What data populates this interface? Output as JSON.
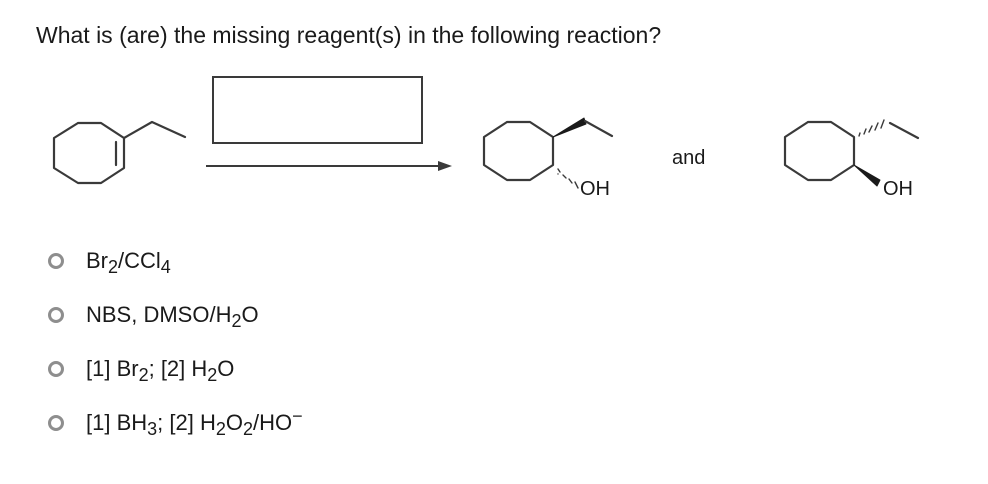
{
  "question": {
    "text": "What is (are) the missing reagent(s) in the following reaction?"
  },
  "scheme": {
    "conjunction": "and",
    "product1_label": "OH",
    "product2_label": "OH"
  },
  "options": [
    {
      "parts": [
        {
          "t": "Br"
        },
        {
          "t": "2",
          "s": "sub"
        },
        {
          "t": "/CCl"
        },
        {
          "t": "4",
          "s": "sub"
        }
      ]
    },
    {
      "parts": [
        {
          "t": "NBS, DMSO/H"
        },
        {
          "t": "2",
          "s": "sub"
        },
        {
          "t": "O"
        }
      ]
    },
    {
      "parts": [
        {
          "t": "[1] Br"
        },
        {
          "t": "2",
          "s": "sub"
        },
        {
          "t": "; [2] H"
        },
        {
          "t": "2",
          "s": "sub"
        },
        {
          "t": "O"
        }
      ]
    },
    {
      "parts": [
        {
          "t": "[1] BH"
        },
        {
          "t": "3",
          "s": "sub"
        },
        {
          "t": "; [2] H"
        },
        {
          "t": "2",
          "s": "sub"
        },
        {
          "t": "O"
        },
        {
          "t": "2",
          "s": "sub"
        },
        {
          "t": "/HO"
        },
        {
          "t": "−",
          "s": "sup"
        }
      ]
    }
  ],
  "colors": {
    "text": "#1a1a1a",
    "radio_border": "#8e8e8e",
    "line": "#3a3a3a"
  }
}
